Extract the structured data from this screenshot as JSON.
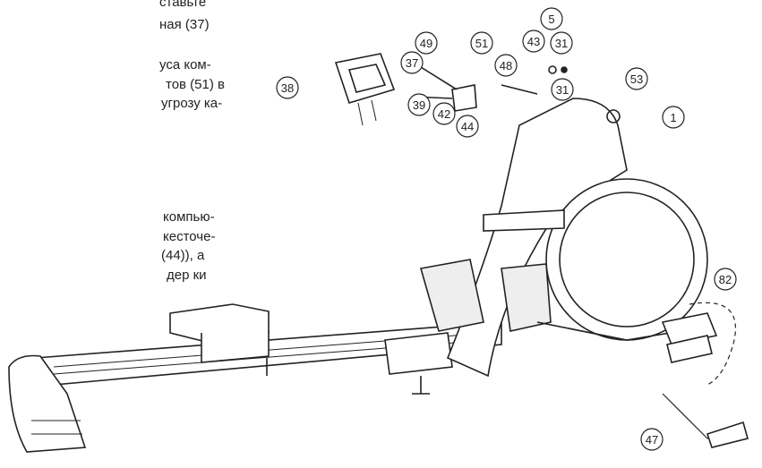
{
  "text_lines": [
    "ставьте",
    "ная (37)",
    "уса ком-",
    "тов (51) в",
    "угрозу ка-",
    "компью-",
    "кесточе-",
    "(44)), а",
    "дер ки"
  ],
  "callouts": [
    "38",
    "49",
    "37",
    "51",
    "39",
    "42",
    "44",
    "48",
    "43",
    "5",
    "31",
    "31",
    "53",
    "1",
    "82",
    "47"
  ]
}
